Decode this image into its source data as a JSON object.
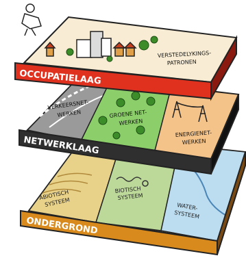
{
  "layers": {
    "occupatie": {
      "band_label": "OCCUPATIELAAG",
      "area_label_line1": "VERSTEDELYKINGS-",
      "area_label_line2": "PATRONEN",
      "band_color": "#e0311f"
    },
    "netwerk": {
      "band_label": "NETWERKLAAG",
      "band_color": "#2f2f2f",
      "zones": [
        {
          "line1": "VERKEERSNET-",
          "line2": "WERKEN"
        },
        {
          "line1": "GROENE NET-",
          "line2": "WERKEN"
        },
        {
          "line1": "ENERGIENET-",
          "line2": "WERKEN"
        }
      ]
    },
    "ondergrond": {
      "band_label": "ONDERGROND",
      "band_color": "#d98a1c",
      "zones": [
        {
          "line1": "ABIOTISCH",
          "line2": "SYSTEEM"
        },
        {
          "line1": "BIOTISCH",
          "line2": "SYSTEEM"
        },
        {
          "line1": "WATER-",
          "line2": "SYSTEEM"
        }
      ]
    }
  }
}
